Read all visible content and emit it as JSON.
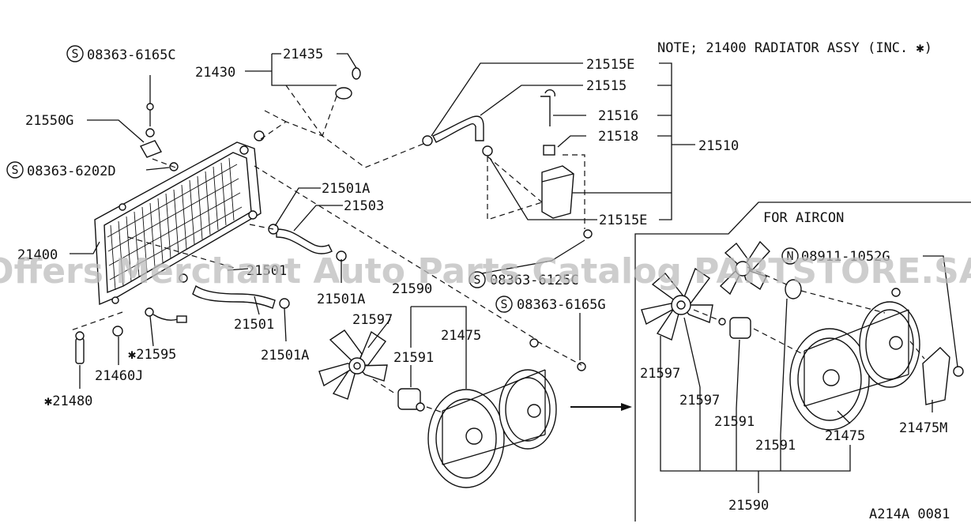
{
  "note": "NOTE; 21400 RADIATOR ASSY (INC. ✱)",
  "aircon_heading": "FOR AIRCON",
  "watermark": "Offers Merchant Auto Parts Catalog PARTSTORE.SA",
  "figure_code": "A214A 0081",
  "bolt_symbol_s": "S",
  "nut_symbol_n": "N",
  "labels": {
    "bolt_6165c": "08363-6165C",
    "l21435": "21435",
    "l21430": "21430",
    "l21550g": "21550G",
    "bolt_6202d": "08363-6202D",
    "l21400": "21400",
    "l21480": "✱21480",
    "l21460j": "21460J",
    "l21595": "✱21595",
    "l21501_top": "21501",
    "l21501_bot": "21501",
    "l21501a_1": "21501A",
    "l21501a_2": "21501A",
    "l21501a_3": "21501A",
    "l21503": "21503",
    "l21515e_top": "21515E",
    "l21515": "21515",
    "l21516": "21516",
    "l21518": "21518",
    "l21510": "21510",
    "l21515e_bot": "21515E",
    "bolt_6125c": "08363-6125C",
    "bolt_6165g": "08363-6165G",
    "l21590_top": "21590",
    "l21597_left": "21597",
    "l21591_left": "21591",
    "l21475_left": "21475",
    "nut_1052g": "08911-1052G",
    "l21597_r1": "21597",
    "l21597_r2": "21597",
    "l21591_r1": "21591",
    "l21591_r2": "21591",
    "l21475_right": "21475",
    "l21475m": "21475M",
    "l21590_bot": "21590"
  }
}
